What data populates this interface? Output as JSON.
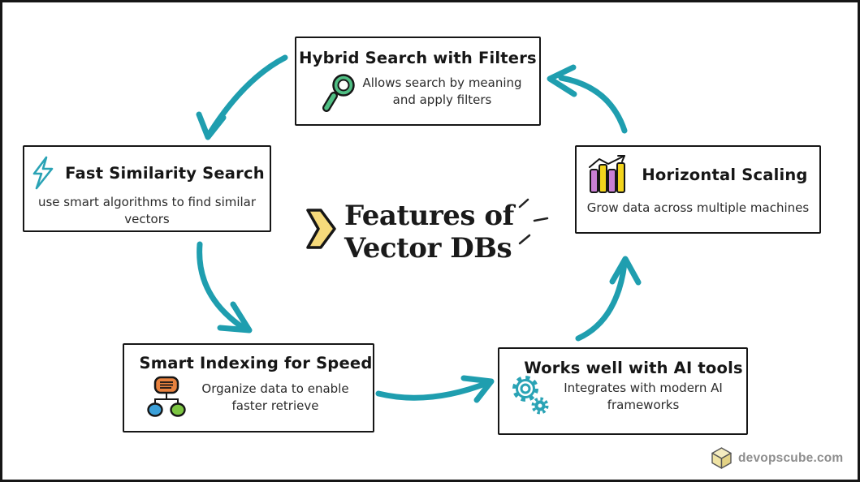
{
  "canvas": {
    "background": "#ffffff",
    "border_color": "#161616",
    "arrow_color": "#1F9EAF"
  },
  "center_title": {
    "line1": "Features of",
    "line2": "Vector DBs",
    "chevron_icon": "chevron-right-icon",
    "chevron_color": "#F6DA7B",
    "text_color": "#1A1A1A"
  },
  "boxes": [
    {
      "id": "hybrid-search",
      "title": "Hybrid Search with Filters",
      "description": "Allows search by meaning and apply filters",
      "icon": "magnifying-glass-icon",
      "icon_color": "#4FBE83"
    },
    {
      "id": "fast-similarity-search",
      "title": "Fast Similarity Search",
      "description": "use smart algorithms to find similar vectors",
      "icon": "lightning-bolt-icon",
      "icon_color": "#2AA3B5"
    },
    {
      "id": "smart-indexing",
      "title": "Smart Indexing for Speed",
      "description": "Organize data to enable faster retrieve",
      "icon": "hierarchy-icon",
      "icon_color": "#E8823F"
    },
    {
      "id": "ai-tools",
      "title": "Works well with AI tools",
      "description": "Integrates with modern AI frameworks",
      "icon": "gears-icon",
      "icon_color": "#2AA3B5"
    },
    {
      "id": "horizontal-scaling",
      "title": "Horizontal Scaling",
      "description": "Grow data across multiple machines",
      "icon": "bar-chart-icon",
      "icon_color": "#C97FD4"
    }
  ],
  "footer": {
    "brand_text": "devopscube.com",
    "logo_icon": "cube-icon",
    "text_color": "#8E8E8E"
  }
}
